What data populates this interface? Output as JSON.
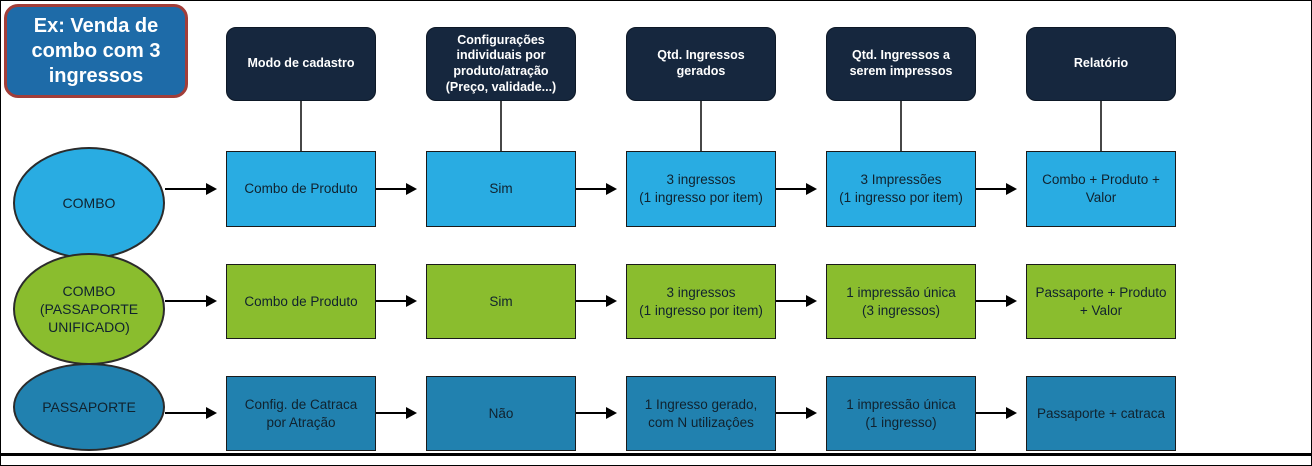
{
  "title": {
    "label": "Ex: Venda de\ncombo com 3\ningressos"
  },
  "colors": {
    "title_bg": "#1e6ba8",
    "title_border": "#a23e39",
    "header_bg": "#16273e",
    "row_combo": "#29ace2",
    "row_combo_passaporte": "#8abd2e",
    "row_passaporte": "#2181af"
  },
  "headers": [
    {
      "label": "Modo de cadastro"
    },
    {
      "label": "Configurações\nindividuais por\nproduto/atração\n(Preço, validade...)"
    },
    {
      "label": "Qtd. Ingressos\ngerados"
    },
    {
      "label": "Qtd. Ingressos a\nserem impressos"
    },
    {
      "label": "Relatório"
    }
  ],
  "rows": [
    {
      "ellipse": "COMBO",
      "cells": [
        "Combo de Produto",
        "Sim",
        "3 ingressos\n(1 ingresso por item)",
        "3 Impressões\n(1 ingresso por item)",
        "Combo + Produto +\nValor"
      ]
    },
    {
      "ellipse": "COMBO\n(PASSAPORTE\nUNIFICADO)",
      "cells": [
        "Combo de Produto",
        "Sim",
        "3 ingressos\n(1 ingresso por item)",
        "1 impressão única\n(3 ingressos)",
        "Passaporte + Produto\n+ Valor"
      ]
    },
    {
      "ellipse": "PASSAPORTE",
      "cells": [
        "Config. de Catraca\npor Atração",
        "Não",
        "1 Ingresso gerado,\ncom N utilizaçôes",
        "1 impressão única\n(1 ingresso)",
        "Passaporte + catraca"
      ]
    }
  ]
}
